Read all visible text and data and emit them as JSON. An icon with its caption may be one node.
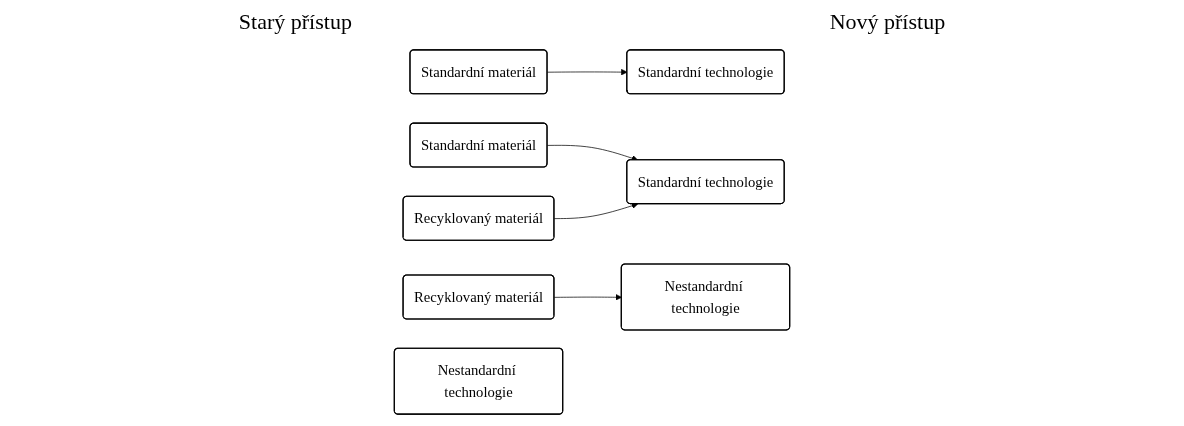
{
  "diagram": {
    "nodes": [
      {
        "text": [
          "Standardní materiál"
        ]
      },
      {
        "text": [
          "Standardní technologie"
        ]
      },
      {
        "text": [
          "Standardní materiál"
        ]
      },
      {
        "text": [
          "Standardní technologie"
        ]
      },
      {
        "text": [
          "Recyklovaný materiál"
        ]
      },
      {
        "text": [
          "Nestandardní technologie"
        ]
      },
      {
        "text": [
          "Recyklovaný materiál"
        ]
      },
      {
        "text": [
          "Nestandardní technologie"
        ]
      }
    ],
    "edges": [
      {
        "from": 0,
        "to": 1,
        "arrow": "to"
      },
      {
        "from": 4,
        "to": 5,
        "arrow": "to"
      },
      {
        "from": 2,
        "to": 3,
        "arrow": "to"
      },
      {
        "from": 6,
        "to": 3,
        "arrow": "to"
      }
    ],
    "labels": [
      "Starý přístup",
      "Nový přístup"
    ]
  }
}
